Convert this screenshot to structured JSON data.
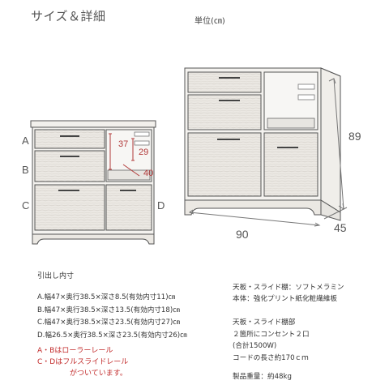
{
  "title": "サイズ＆詳細",
  "unit": "単位(㎝)",
  "labels": {
    "a": "A",
    "b": "B",
    "c": "C",
    "d": "D"
  },
  "dimensions": {
    "height": "89",
    "width": "90",
    "depth": "45",
    "outlet_a": "37",
    "outlet_b": "29",
    "outlet_c": "40"
  },
  "drawers": {
    "heading": "引出し内寸",
    "items": [
      "A.幅47×奥行38.5×深さ8.5(有効内寸11)㎝",
      "B.幅47×奥行38.5×深さ13.5(有効内寸18)㎝",
      "C.幅47×奥行38.5×深さ23.5(有効内寸27)㎝",
      "D.幅26.5×奥行38.5×深さ23.5(有効内寸26)㎝"
    ]
  },
  "notes": [
    "A・Bはローラーレール",
    "C・Dはフルスライドレール",
    "がついています。"
  ],
  "materials": [
    "天板・スライド棚：ソフトメラミン",
    "本体：強化プリント紙化粧繊維板"
  ],
  "outlet": [
    "天板・スライド棚部",
    "２箇所にコンセント２口",
    "(合計1500W)",
    "コードの長さ約170ｃｍ"
  ],
  "weight": "製品重量：約48kg",
  "colors": {
    "accent_red": "#c22a2a",
    "dimension_red": "#b23a3a",
    "outline": "#555555",
    "frame_fill": "#f4f2ef",
    "panel": "#e7e5e1"
  }
}
